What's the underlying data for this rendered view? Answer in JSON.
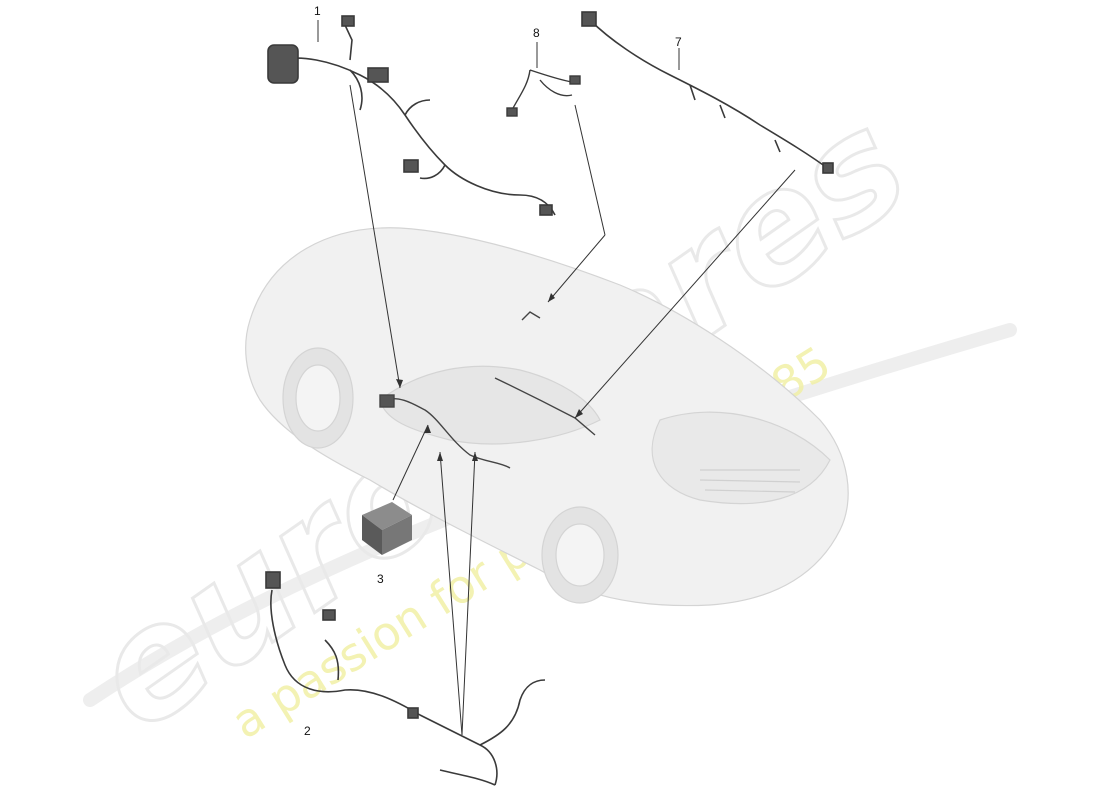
{
  "watermark": {
    "brand": "eurospares",
    "tagline": "a passion for parts since 1985"
  },
  "callouts": [
    {
      "number": "1"
    },
    {
      "number": "2"
    },
    {
      "number": "3"
    },
    {
      "number": "7"
    },
    {
      "number": "8"
    }
  ]
}
